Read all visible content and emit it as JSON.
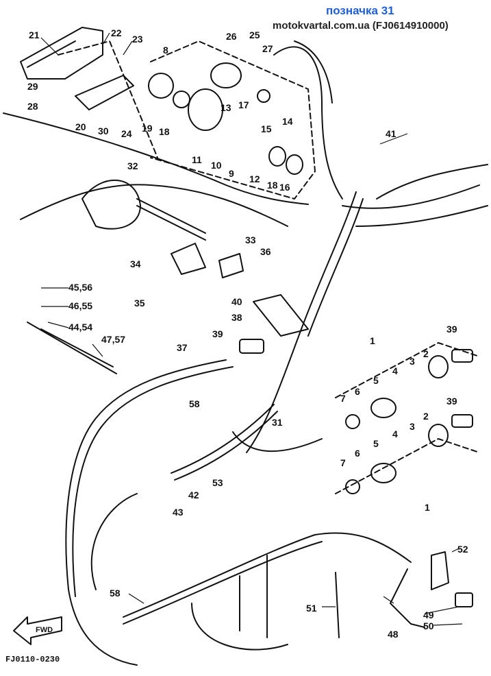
{
  "header": {
    "title": "позначка 31",
    "source": "motokvartal.com.ua (FJ0614910000)"
  },
  "diagram": {
    "code": "FJ0110-0230",
    "fwd_label": "FWD",
    "callouts": [
      "1",
      "2",
      "3",
      "4",
      "5",
      "6",
      "7",
      "8",
      "9",
      "10",
      "11",
      "12",
      "13",
      "14",
      "15",
      "16",
      "17",
      "18",
      "19",
      "20",
      "21",
      "22",
      "23",
      "24",
      "25",
      "26",
      "27",
      "28",
      "29",
      "30",
      "31",
      "32",
      "33",
      "34",
      "35",
      "36",
      "37",
      "38",
      "39",
      "40",
      "41",
      "42",
      "43",
      "44,54",
      "45,56",
      "46,55",
      "47,57",
      "48",
      "49",
      "50",
      "51",
      "52",
      "53",
      "58"
    ]
  },
  "colors": {
    "line": "#111111",
    "title": "#1f5fd6",
    "background": "#ffffff"
  }
}
